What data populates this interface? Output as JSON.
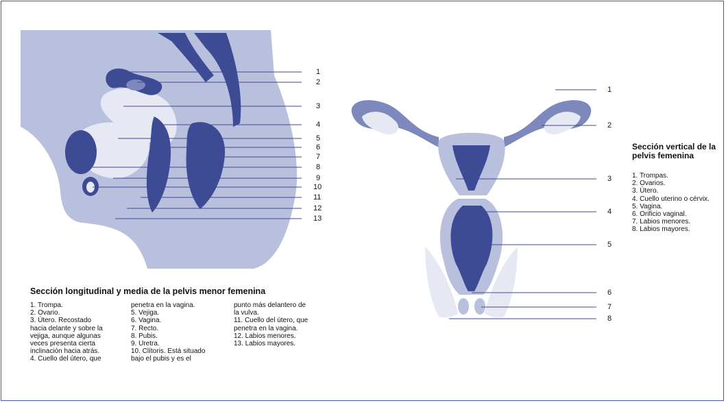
{
  "left_diagram": {
    "title": "Sección longitudinal y media de la pelvis menor femenina",
    "numbers": [
      "1",
      "2",
      "3",
      "4",
      "5",
      "6",
      "7",
      "8",
      "9",
      "10",
      "11",
      "12",
      "13"
    ],
    "legend_columns": [
      [
        "1. Trompa.",
        "2. Ovario.",
        "3. Útero. Recostado",
        "hacia delante y sobre la",
        "vejiga, aunque algunas",
        "veces presenta cierta",
        "inclinación hacia atrás.",
        "4. Cuello del útero, que"
      ],
      [
        "penetra en la vagina.",
        "5. Vejiga.",
        "6. Vagina.",
        "7. Recto.",
        "8. Pubis.",
        "9. Uretra.",
        "10. Clítoris. Está situado",
        "bajo el pubis y es el"
      ],
      [
        "punto más delantero de",
        "la vulva.",
        "11. Cuello del útero, que",
        "penetra en la vagina.",
        "12. Labios menores.",
        "13. Labios mayores."
      ]
    ]
  },
  "right_diagram": {
    "title_line1": "Sección vertical de la",
    "title_line2": "pelvis femenina",
    "numbers": [
      "1",
      "2",
      "3",
      "4",
      "5",
      "6",
      "7",
      "8"
    ],
    "legend": [
      "1. Trompas.",
      "2. Ovarios.",
      "3. Útero.",
      "4. Cuello uterino o cérvix.",
      "5. Vagina.",
      "6. Orificio vaginal.",
      "7. Labios menores.",
      "8. Labios mayores."
    ]
  },
  "colors": {
    "frame": "#3b5fa8",
    "light": "#b9c0dd",
    "mid": "#7d88bd",
    "dark": "#3d4a94",
    "pale": "#e6e9f4"
  }
}
